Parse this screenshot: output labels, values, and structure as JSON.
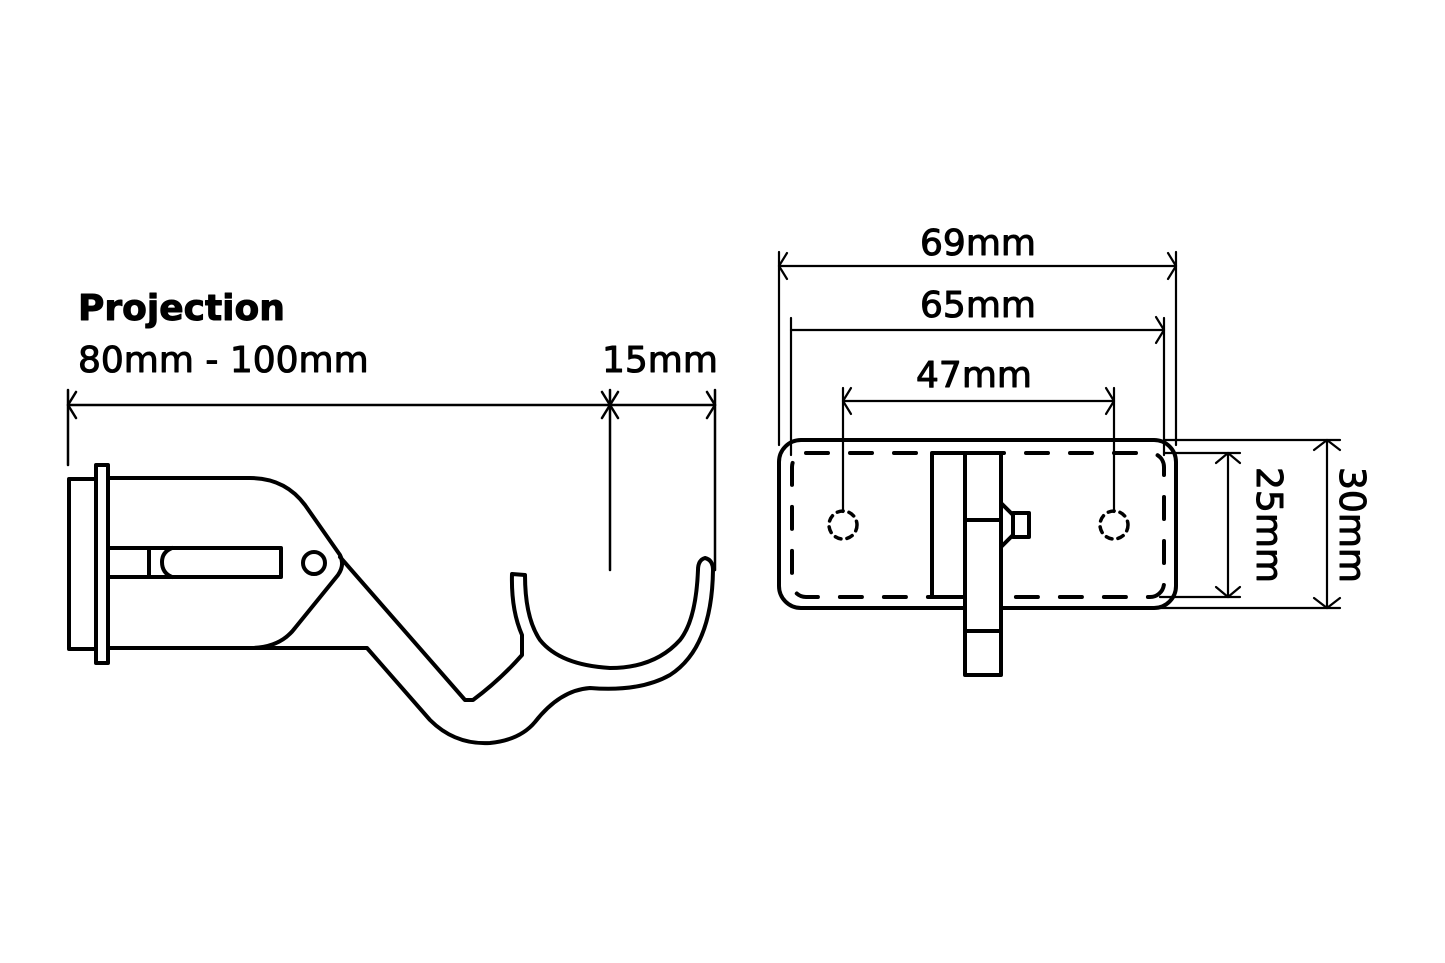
{
  "side_view": {
    "title": "Projection",
    "projection_range": "80mm - 100mm",
    "rod_clearance": "15mm"
  },
  "front_view": {
    "overall_width": "69mm",
    "inner_width": "65mm",
    "hole_spacing": "47mm",
    "inner_height": "25mm",
    "overall_height": "30mm"
  },
  "colors": {
    "line": "#000000",
    "background": "#ffffff"
  }
}
